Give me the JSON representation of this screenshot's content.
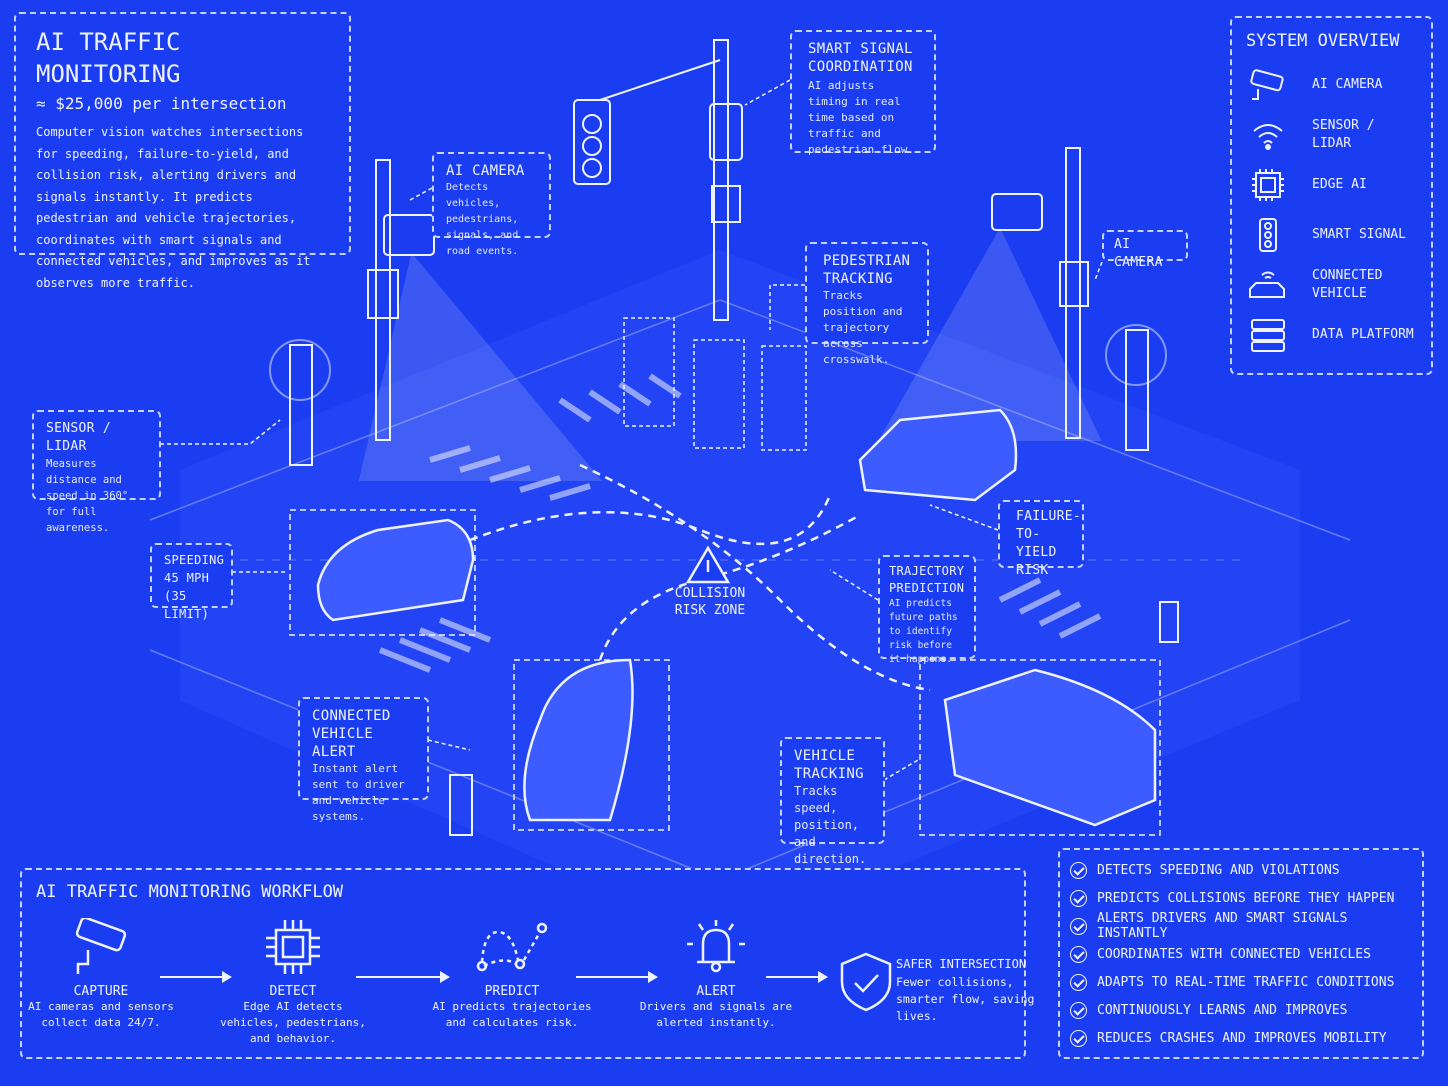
{
  "colors": {
    "background": "#1b3df2",
    "line": "#eef2ff"
  },
  "intro": {
    "title": "AI TRAFFIC MONITORING",
    "price": "≈ $25,000 per intersection",
    "description": "Computer vision watches intersections for speeding, failure-to-yield, and collision risk, alerting drivers and signals instantly. It predicts pedestrian and vehicle trajectories, coordinates with smart signals and connected vehicles, and improves as it observes more traffic."
  },
  "callouts": {
    "ai_camera_left": {
      "title": "AI CAMERA",
      "text": "Detects vehicles, pedestrians, signals, and road events."
    },
    "smart_signal": {
      "title": "SMART SIGNAL COORDINATION",
      "text": "AI adjusts timing in real time based on traffic and pedestrian flow."
    },
    "pedestrian_tracking": {
      "title": "PEDESTRIAN TRACKING",
      "text": "Tracks position and trajectory across crosswalk."
    },
    "ai_camera_right": {
      "title": "AI CAMERA"
    },
    "sensor_lidar": {
      "title": "SENSOR / LIDAR",
      "text": "Measures distance and speed in 360° for full awareness."
    },
    "speeding": {
      "title": "SPEEDING 45 MPH (35 LIMIT)"
    },
    "collision_zone": {
      "title": "COLLISION RISK ZONE"
    },
    "failure_to_yield": {
      "title": "FAILURE-TO-YIELD RISK"
    },
    "trajectory": {
      "title": "TRAJECTORY PREDICTION",
      "text": "AI predicts future paths to identify risk before it happens."
    },
    "connected_alert": {
      "title": "CONNECTED VEHICLE ALERT",
      "text": "Instant alert sent to driver and vehicle systems."
    },
    "vehicle_tracking": {
      "title": "VEHICLE TRACKING",
      "text": "Tracks speed, position, and direction."
    }
  },
  "system_overview": {
    "title": "SYSTEM OVERVIEW",
    "items": [
      {
        "label": "AI CAMERA",
        "icon": "camera-icon"
      },
      {
        "label": "SENSOR / LIDAR",
        "icon": "wireless-icon"
      },
      {
        "label": "EDGE AI",
        "icon": "chip-icon"
      },
      {
        "label": "SMART SIGNAL",
        "icon": "traffic-light-icon"
      },
      {
        "label": "CONNECTED VEHICLE",
        "icon": "connected-car-icon"
      },
      {
        "label": "DATA PLATFORM",
        "icon": "server-icon"
      }
    ]
  },
  "workflow": {
    "title": "AI TRAFFIC MONITORING WORKFLOW",
    "steps": [
      {
        "title": "CAPTURE",
        "text": "AI cameras and sensors collect data 24/7.",
        "icon": "camera-icon"
      },
      {
        "title": "DETECT",
        "text": "Edge AI detects vehicles, pedestrians, and behavior.",
        "icon": "chip-icon"
      },
      {
        "title": "PREDICT",
        "text": "AI predicts trajectories and calculates risk.",
        "icon": "trajectory-icon"
      },
      {
        "title": "ALERT",
        "text": "Drivers and signals are alerted instantly.",
        "icon": "bell-icon"
      }
    ],
    "outcome": {
      "title": "SAFER INTERSECTION",
      "text": "Fewer collisions, smarter flow, saving lives.",
      "icon": "shield-check-icon"
    }
  },
  "benefits": [
    "DETECTS SPEEDING AND VIOLATIONS",
    "PREDICTS COLLISIONS BEFORE THEY HAPPEN",
    "ALERTS DRIVERS AND SMART SIGNALS INSTANTLY",
    "COORDINATES WITH CONNECTED VEHICLES",
    "ADAPTS TO REAL-TIME TRAFFIC CONDITIONS",
    "CONTINUOUSLY LEARNS AND IMPROVES",
    "REDUCES CRASHES AND IMPROVES MOBILITY"
  ]
}
